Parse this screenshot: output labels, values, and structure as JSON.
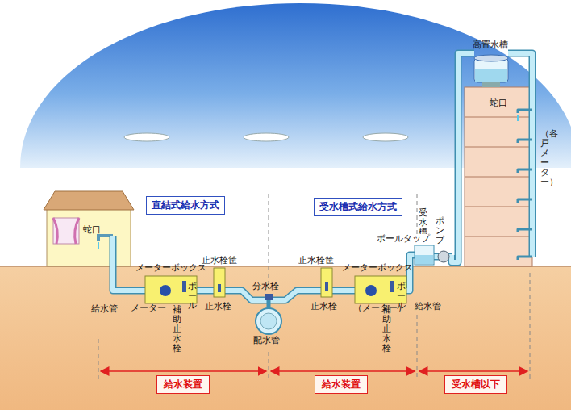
{
  "diagram": {
    "nodes": [
      {
        "text": [
          "直結式給水方式"
        ]
      },
      {
        "text": [
          "受水槽式給水方式"
        ]
      },
      {
        "text": [
          "給水装置"
        ]
      },
      {
        "text": [
          "給水装置"
        ]
      },
      {
        "text": [
          "受水槽以下"
        ]
      }
    ],
    "labels": [
      "蛇口",
      "メーターボックス",
      "止水栓筐",
      "給水管",
      "メーター",
      "ボール",
      "補助止水栓",
      "止水栓",
      "分水栓",
      "配水管",
      "止水栓筐",
      "メーターボックス",
      "ボール",
      "補助止水栓",
      "（メーター）",
      "止水栓",
      "給水管",
      "受水槽",
      "ボールタップ",
      "ポンプ",
      "高置水槽",
      "蛇口",
      "（各戸メーター）"
    ]
  }
}
